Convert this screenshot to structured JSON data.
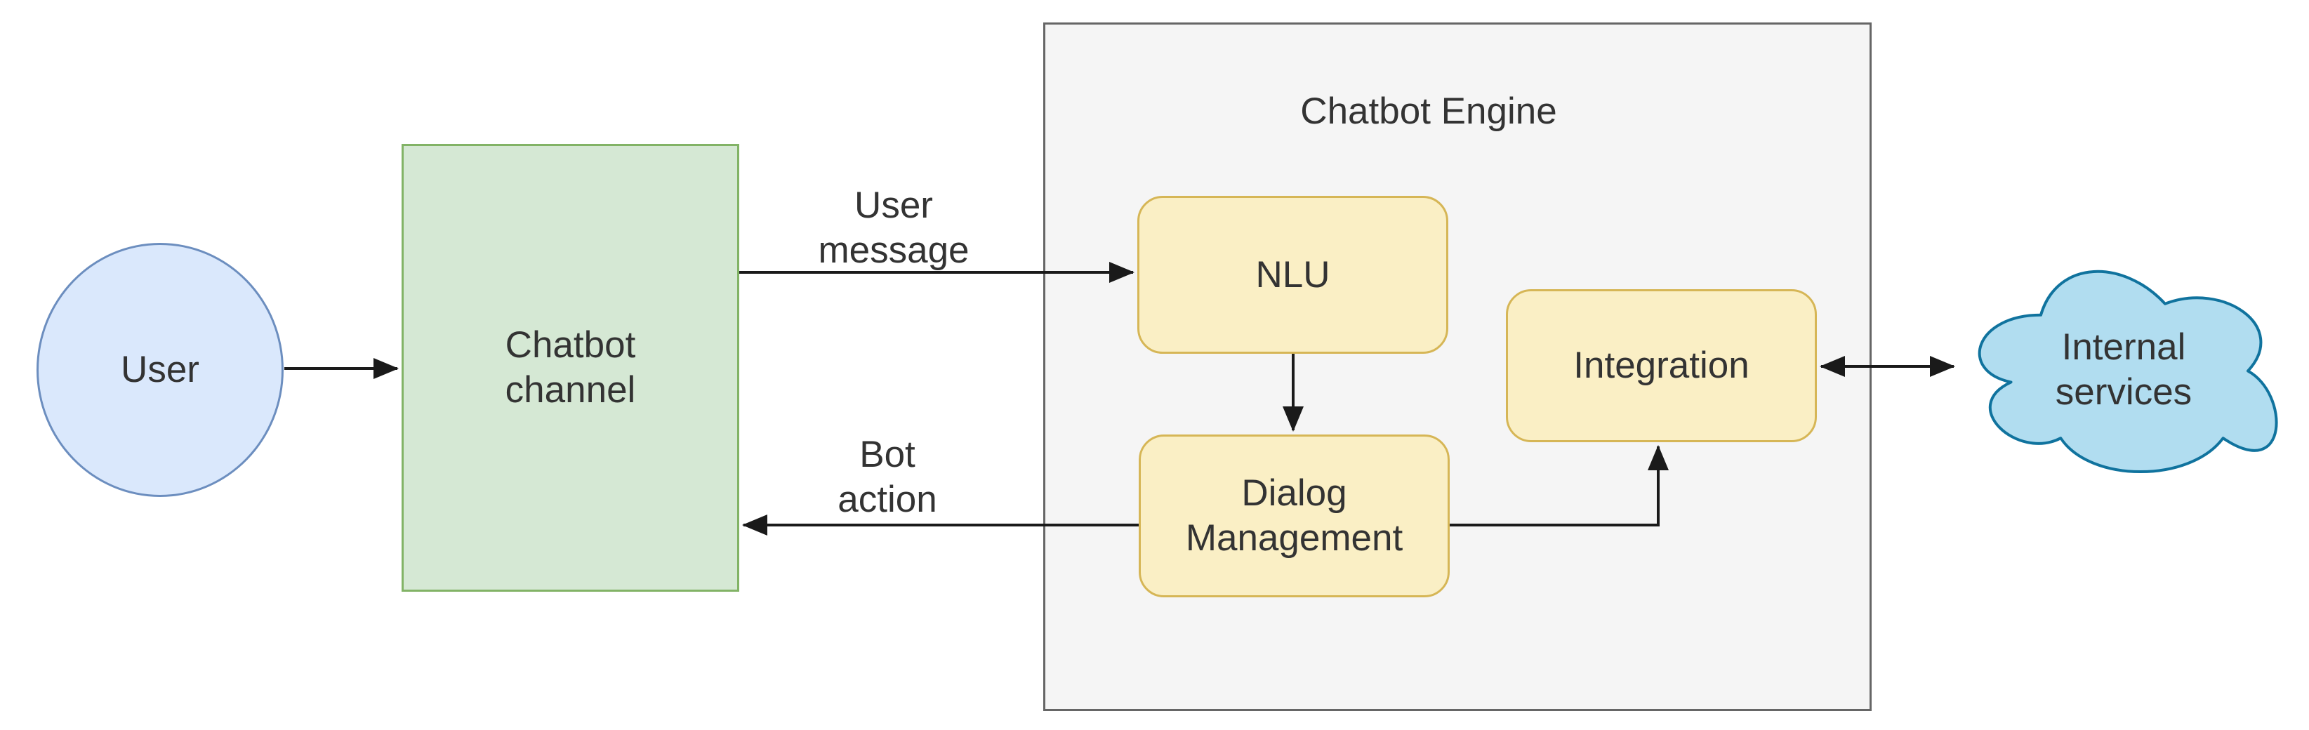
{
  "diagram": {
    "title": "Chatbot Engine",
    "background_color": "#ffffff",
    "text_color": "#333333",
    "connector_color": "#1a1a1a",
    "nodes": {
      "user": {
        "label": "User",
        "shape": "circle",
        "fill": "#dae8fc",
        "stroke": "#6c8ebf"
      },
      "chatbot_channel": {
        "label": "Chatbot\nchannel",
        "shape": "rectangle",
        "fill": "#d5e8d4",
        "stroke": "#82b366"
      },
      "chatbot_engine": {
        "label": "Chatbot Engine",
        "shape": "container",
        "fill": "#f5f5f5",
        "stroke": "#666666"
      },
      "nlu": {
        "label": "NLU",
        "shape": "rounded-rectangle",
        "fill": "#faefc5",
        "stroke": "#d6b656"
      },
      "dialog_management": {
        "label": "Dialog\nManagement",
        "shape": "rounded-rectangle",
        "fill": "#faefc5",
        "stroke": "#d6b656"
      },
      "integration": {
        "label": "Integration",
        "shape": "rounded-rectangle",
        "fill": "#faefc5",
        "stroke": "#d6b656"
      },
      "internal_services": {
        "label": "Internal\nservices",
        "shape": "cloud",
        "fill": "#b1ddf0",
        "stroke": "#10739e"
      }
    },
    "edges": {
      "user_to_channel": {
        "from": "user",
        "to": "chatbot_channel",
        "label": "",
        "direction": "right"
      },
      "channel_to_nlu": {
        "from": "chatbot_channel",
        "to": "nlu",
        "label": "User\nmessage",
        "direction": "right"
      },
      "nlu_to_dialog_management": {
        "from": "nlu",
        "to": "dialog_management",
        "label": "",
        "direction": "down"
      },
      "dialog_management_to_integration": {
        "from": "dialog_management",
        "to": "integration",
        "label": "",
        "direction": "right-then-up"
      },
      "dialog_management_to_channel": {
        "from": "dialog_management",
        "to": "chatbot_channel",
        "label": "Bot\naction",
        "direction": "left"
      },
      "integration_to_internal_services": {
        "from": "integration",
        "to": "internal_services",
        "label": "",
        "direction": "both"
      }
    }
  }
}
